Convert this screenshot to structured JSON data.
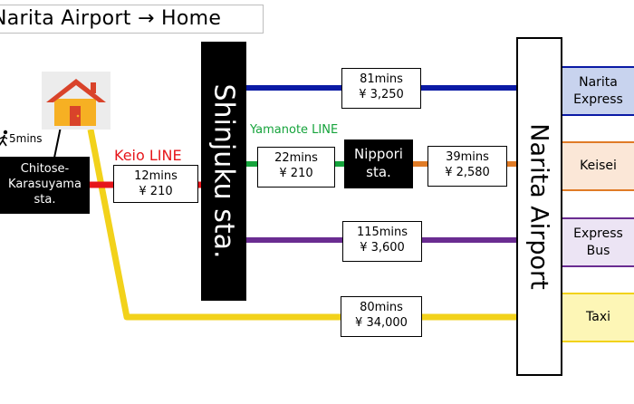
{
  "title": "Narita  Airport  →  Home",
  "home": {
    "walk_time": "5mins",
    "station": [
      "Chitose-",
      "Karasuyama",
      "sta."
    ]
  },
  "keio": {
    "line_name": "Keio LINE",
    "time": "12mins",
    "fare": "¥ 210",
    "color": "#e6161b"
  },
  "shinjuku": {
    "label": "Shinjuku sta."
  },
  "narita": {
    "label": "Narita  Airport"
  },
  "yamanote": {
    "line_name": "Yamanote LINE",
    "time": "22mins",
    "fare": "¥ 210",
    "color": "#15a33b"
  },
  "nippori": {
    "label": [
      "Nippori",
      "sta."
    ],
    "keisei_time": "39mins",
    "keisei_fare": "¥ 2,580",
    "keisei_color": "#e07b26"
  },
  "nex": {
    "time": "81mins",
    "fare": "¥ 3,250",
    "color": "#0a1aa5"
  },
  "bus": {
    "time": "115mins",
    "fare": "¥ 3,600",
    "color": "#6a2c91"
  },
  "taxi": {
    "time": "80mins",
    "fare": "¥ 34,000",
    "color": "#f2d21b"
  },
  "routes": {
    "nex_label": [
      "Narita",
      "Express"
    ],
    "keisei_label": [
      "Keisei"
    ],
    "bus_label": [
      "Express",
      "Bus"
    ],
    "taxi_label": [
      "Taxi"
    ]
  }
}
